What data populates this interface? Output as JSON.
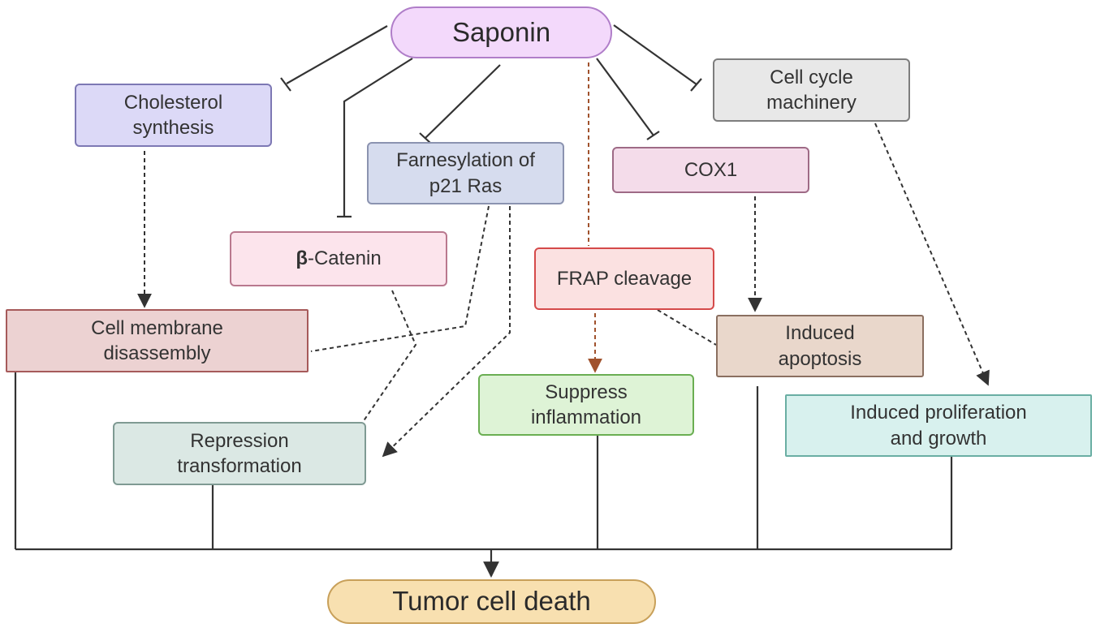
{
  "nodes": {
    "saponin": "Saponin",
    "cholesterol": [
      "Cholesterol",
      "synthesis"
    ],
    "cell_cycle": [
      "Cell cycle",
      "machinery"
    ],
    "farnesylation": [
      "Farnesylation of",
      "p21 Ras"
    ],
    "cox1": "COX1",
    "catenin": {
      "symbol": "β",
      "text": "-Catenin"
    },
    "frap": "FRAP cleavage",
    "membrane": [
      "Cell membrane",
      "disassembly"
    ],
    "apoptosis": [
      "Induced",
      "apoptosis"
    ],
    "inflammation": [
      "Suppress",
      "inflammation"
    ],
    "proliferation": [
      "Induced proliferation",
      "and growth"
    ],
    "repression": [
      "Repression",
      "transformation"
    ],
    "tumor": "Tumor cell death"
  },
  "colors": {
    "edge": "#333333",
    "frap_edge": "#a0522d"
  }
}
